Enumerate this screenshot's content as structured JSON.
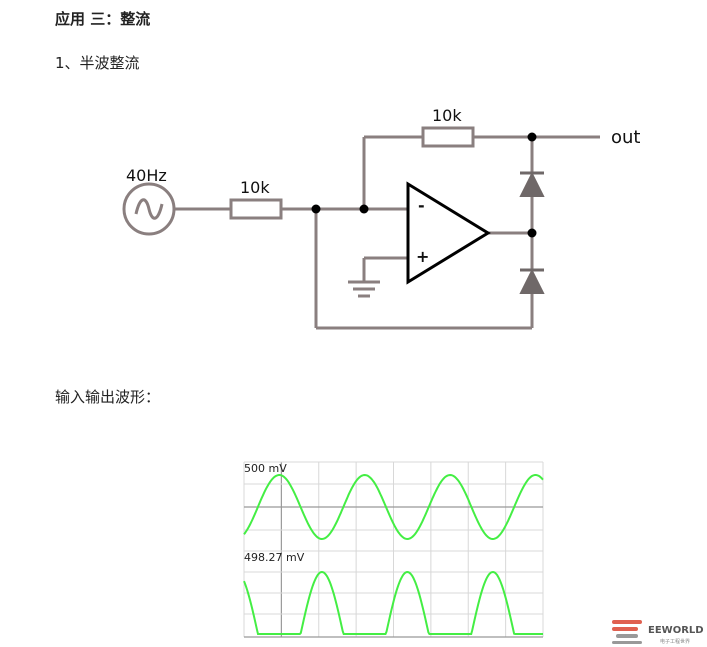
{
  "heading": "应用 三：整流",
  "subheading": "1、半波整流",
  "circuit": {
    "source_label": "40Hz",
    "input_resistor_label": "10k",
    "feedback_resistor_label": "10k",
    "output_label": "out",
    "inverting_sign": "-",
    "noninverting_sign": "+",
    "colors": {
      "wire": "#8a7f7f",
      "opamp": "#000000",
      "node": "#000000"
    }
  },
  "io_title": "输入输出波形：",
  "chart_data": {
    "type": "line",
    "panels": [
      {
        "scale_label": "500 mV",
        "waveform": "sine",
        "cycles": 3.5,
        "color": "#44ee44"
      },
      {
        "scale_label": "498.27 mV",
        "waveform": "half-wave-rectified-sine",
        "cycles": 3.5,
        "color": "#44ee44"
      }
    ],
    "grid": true
  },
  "watermark": {
    "text": "EEWORLD",
    "subtext": "电子工程世界"
  }
}
